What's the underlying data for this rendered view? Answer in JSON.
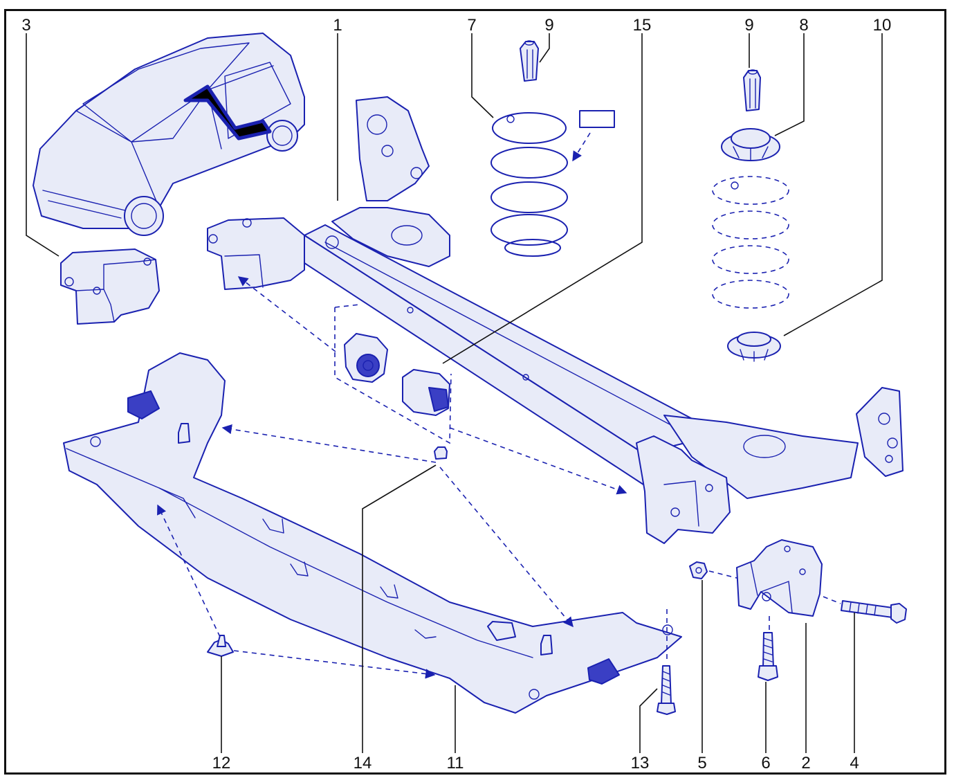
{
  "colors": {
    "line": "#1a21b0",
    "fill": "#e8ebf8",
    "fill_dark": "#3a3fc4",
    "text": "#111111",
    "frame": "#111111"
  },
  "callouts": {
    "c1": "1",
    "c2": "2",
    "c3": "3",
    "c4": "4",
    "c5": "5",
    "c6": "6",
    "c7": "7",
    "c8": "8",
    "c9a": "9",
    "c9b": "9",
    "c10": "10",
    "c11": "11",
    "c12": "12",
    "c13": "13",
    "c14": "14",
    "c15": "15"
  }
}
